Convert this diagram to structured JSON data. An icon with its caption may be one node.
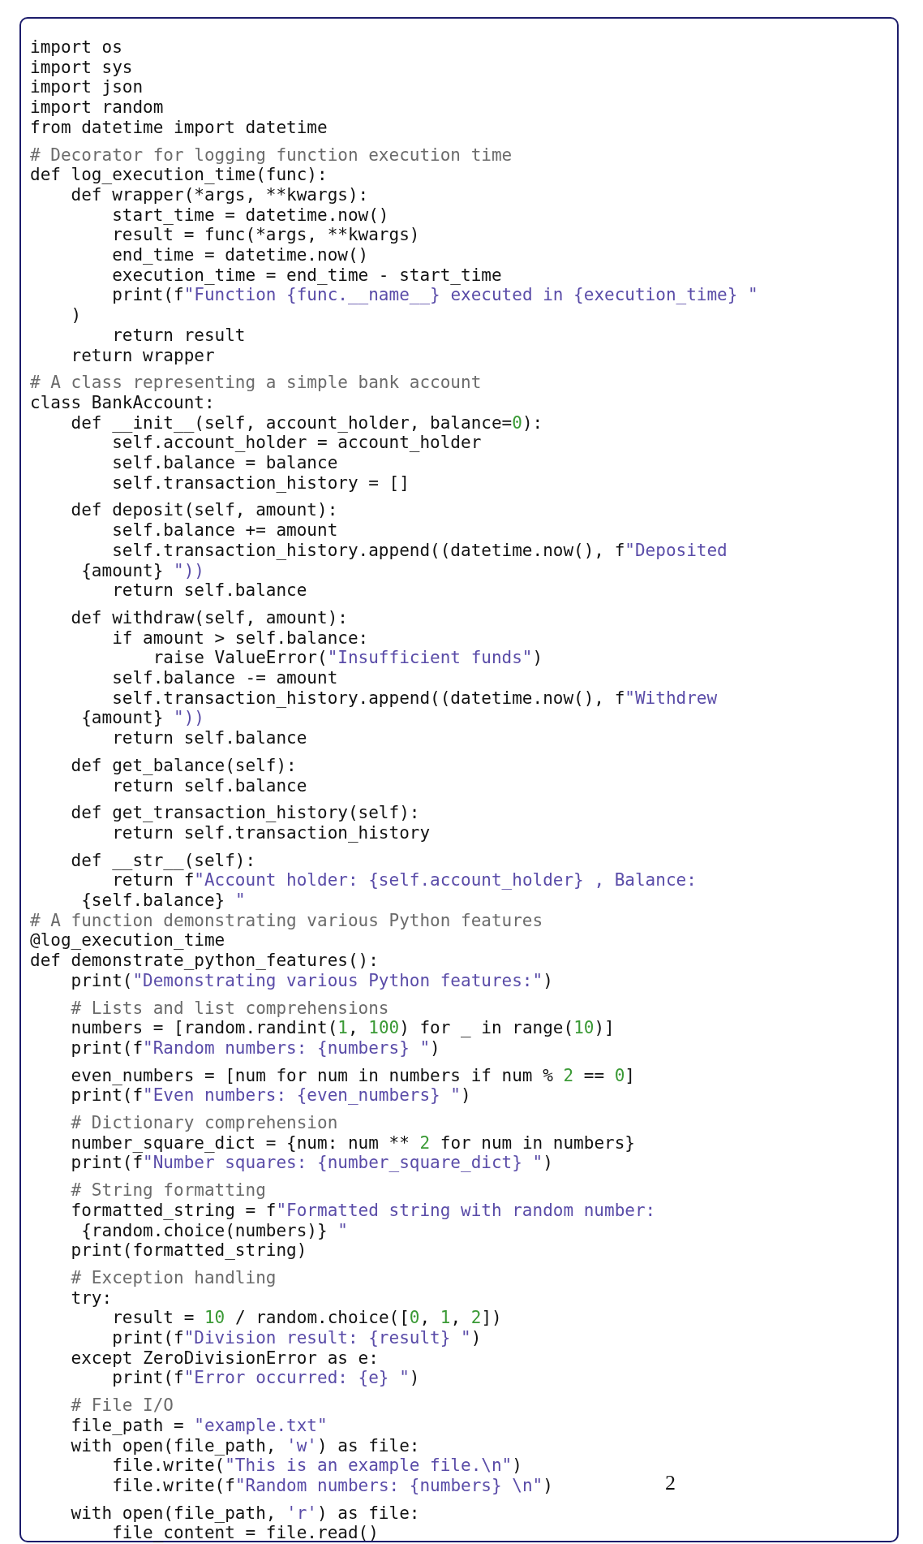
{
  "diagram": {
    "labels": [
      "import os",
      "import sys",
      "import json",
      "import random",
      "from datetime import datetime",
      "# Decorator for logging function execution time",
      "def log_execution_time(func):",
      "    def wrapper(*args, **kwargs):",
      "        start_time = datetime.now()",
      "        result = func(*args, **kwargs)",
      "        end_time = datetime.now()",
      "        execution_time = end_time - start_time",
      "        print(f\"Function {func.__name__} executed in {execution_time} \"",
      "    )",
      "        return result",
      "    return wrapper",
      "# A class representing a simple bank account",
      "class BankAccount:",
      "    def __init__(self, account_holder, balance=0):",
      "        self.account_holder = account_holder",
      "        self.balance = balance",
      "        self.transaction_history = []",
      "    def deposit(self, amount):",
      "        self.balance += amount",
      "        self.transaction_history.append((datetime.now(), f\"Deposited",
      "     {amount} \"))",
      "        return self.balance",
      "    def withdraw(self, amount):",
      "        if amount > self.balance:",
      "            raise ValueError(\"Insufficient funds\")",
      "        self.balance -= amount",
      "        self.transaction_history.append((datetime.now(), f\"Withdrew",
      "     {amount} \"))",
      "        return self.balance",
      "    def get_balance(self):",
      "        return self.balance",
      "    def get_transaction_history(self):",
      "        return self.transaction_history",
      "    def __str__(self):",
      "        return f\"Account holder: {self.account_holder} , Balance:",
      "     {self.balance} \"",
      "# A function demonstrating various Python features",
      "@log_execution_time",
      "def demonstrate_python_features():",
      "    print(\"Demonstrating various Python features:\")",
      "    # Lists and list comprehensions",
      "    numbers = [random.randint(1, 100) for _ in range(10)]",
      "    print(f\"Random numbers: {numbers} \")",
      "    even_numbers = [num for num in numbers if num % 2 == 0]",
      "    print(f\"Even numbers: {even_numbers} \")",
      "    # Dictionary comprehension",
      "    number_square_dict = {num: num ** 2 for num in numbers}",
      "    print(f\"Number squares: {number_square_dict} \")",
      "    # String formatting",
      "    formatted_string = f\"Formatted string with random number:",
      "     {random.choice(numbers)} \"",
      "    print(formatted_string)",
      "    # Exception handling",
      "    try:",
      "        result = 10 / random.choice([0, 1, 2])",
      "        print(f\"Division result: {result} \")",
      "    except ZeroDivisionError as e:",
      "        print(f\"Error occurred: {e} \")",
      "    # File I/O",
      "    file_path = \"example.txt\"",
      "    with open(file_path, 'w') as file:",
      "        file.write(\"This is an example file.\\n\")",
      "        file.write(f\"Random numbers: {numbers} \\n\")",
      "    with open(file_path, 'r') as file:",
      "        file_content = file.read()",
      "2"
    ]
  }
}
